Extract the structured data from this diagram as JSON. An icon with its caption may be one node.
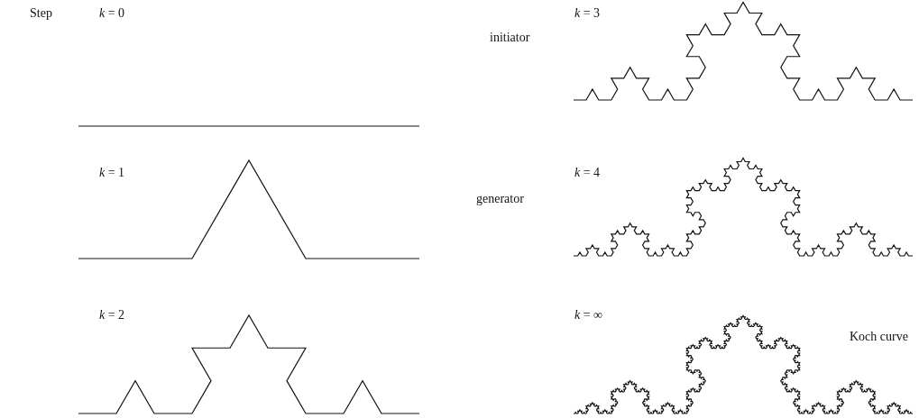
{
  "diagram": {
    "labels": [
      "Step",
      "*k* = 0",
      "*k* = 3",
      "initiator",
      "*k* = 1",
      "*k* = 4",
      "generator",
      "*k* = 2",
      "*k* = ∞",
      "Koch curve"
    ]
  }
}
